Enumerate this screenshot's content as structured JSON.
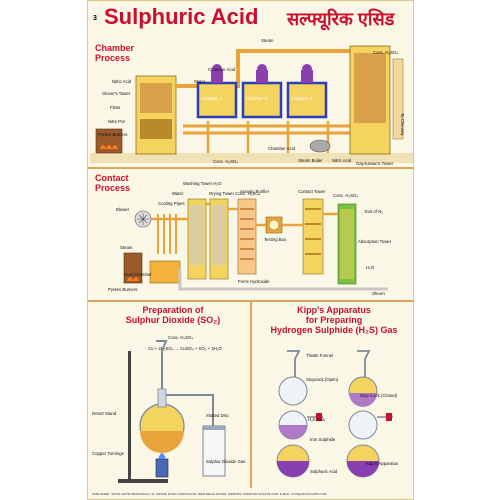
{
  "header": {
    "page_number": "3",
    "title_en": "Sulphuric Acid",
    "title_hi": "सल्फ्यूरिक एसिड"
  },
  "chamber": {
    "heading_line1": "Chamber",
    "heading_line2": "Process",
    "labels": {
      "nitric_acid": "Nitric Acid",
      "glovers_tower": "Glover's Tower",
      "flints": "Flints",
      "nitre_pot": "Nitre Pot",
      "pyrites_burners": "Pyrites Burners",
      "chamber_acid_top": "Chamber Acid",
      "water": "Water",
      "steam": "Steam",
      "chamber_1": "Chamber 1",
      "chamber_2": "Chamber 2",
      "chamber_3": "Chamber 3",
      "conc_h2so4_top": "Conc. H₂SO₄",
      "to_chimney": "To Chimney",
      "conc_h2so4_bottom": "Conc. H₂SO₄",
      "chamber_acid_bottom": "Chamber Acid",
      "steam_boiler": "Steam Boiler",
      "nitric_acid_bottom": "Nitric Acid",
      "gay_lussacs_tower": "Gay-lussac's Tower"
    }
  },
  "contact": {
    "heading_line1": "Contact",
    "heading_line2": "Process",
    "labels": {
      "blower": "Blower",
      "cooling_pipes": "Cooling Pipes",
      "water": "Water",
      "washing_tower": "Washing Tower H₂O",
      "drying_tower": "Drying Tower Conc. H₂SO₄",
      "arsenic_purifier": "Arsenic Purifier",
      "testing_box": "Testing Box",
      "contact_tower": "Contact Tower",
      "conc_h2so4": "Conc. H₂SO₄",
      "exit_n2": "Exit of N₂",
      "steam": "Steam",
      "dust_chamber": "Dust Chamber",
      "pyrites_burners": "Pyrites Burners",
      "ferric_hydroxide": "Ferric Hydroxide",
      "absorption_tower": "Absorption Tower",
      "h2o": "H₂O",
      "oleum": "Oleum"
    }
  },
  "so2": {
    "heading_line1": "Preparation of",
    "heading_line2": "Sulphur Dioxide (SO₂)",
    "equation": "Cu + 2H₂SO₄ → CuSO₄ + SO₂ + 2H₂O",
    "labels": {
      "conc_h2so4": "Conc. H₂SO₄",
      "retort_stand": "Retort Stand",
      "slotted_disc": "Slotted Disc",
      "copper_turnings": "Copper Turnings",
      "sulphur_dioxide_gas": "Sulphur Dioxide Gas"
    }
  },
  "kipps": {
    "heading_line1": "Kipp's Apparatus",
    "heading_line2": "for Preparing",
    "heading_line3": "Hydrogen Sulphide (H₂S) Gas",
    "labels": {
      "thistle_funnel": "Thistle Funnel",
      "stopcock_open": "Stopcock (Open)",
      "stop_cock_closed": "Stop Cock (Closed)",
      "h2s_gas": "H₂S Gas",
      "iron_sulphide": "Iron Sulphide",
      "kipps_apparatus": "Kipp's Apparatus",
      "sulphuric_acid": "Sulphuric Acid"
    }
  },
  "footer": {
    "publisher_text": "PUBLISHER : VIDYA CHITR PRAKASHAN, 41, ANSARI ROAD, DARYAGANJ, NEW DELHI-110 002, WEBSITE: WWW.VIDYACHITR.COM, E-MAIL: VCP@VIDYACHITR.COM"
  },
  "colors": {
    "title_red": "#c8102e",
    "pipe_orange": "#e8a33a",
    "chamber_blue": "#2a3fb8",
    "tower_yellow": "#f4d35e",
    "green_liquid": "#7ac043",
    "purple": "#8a3fb0"
  }
}
